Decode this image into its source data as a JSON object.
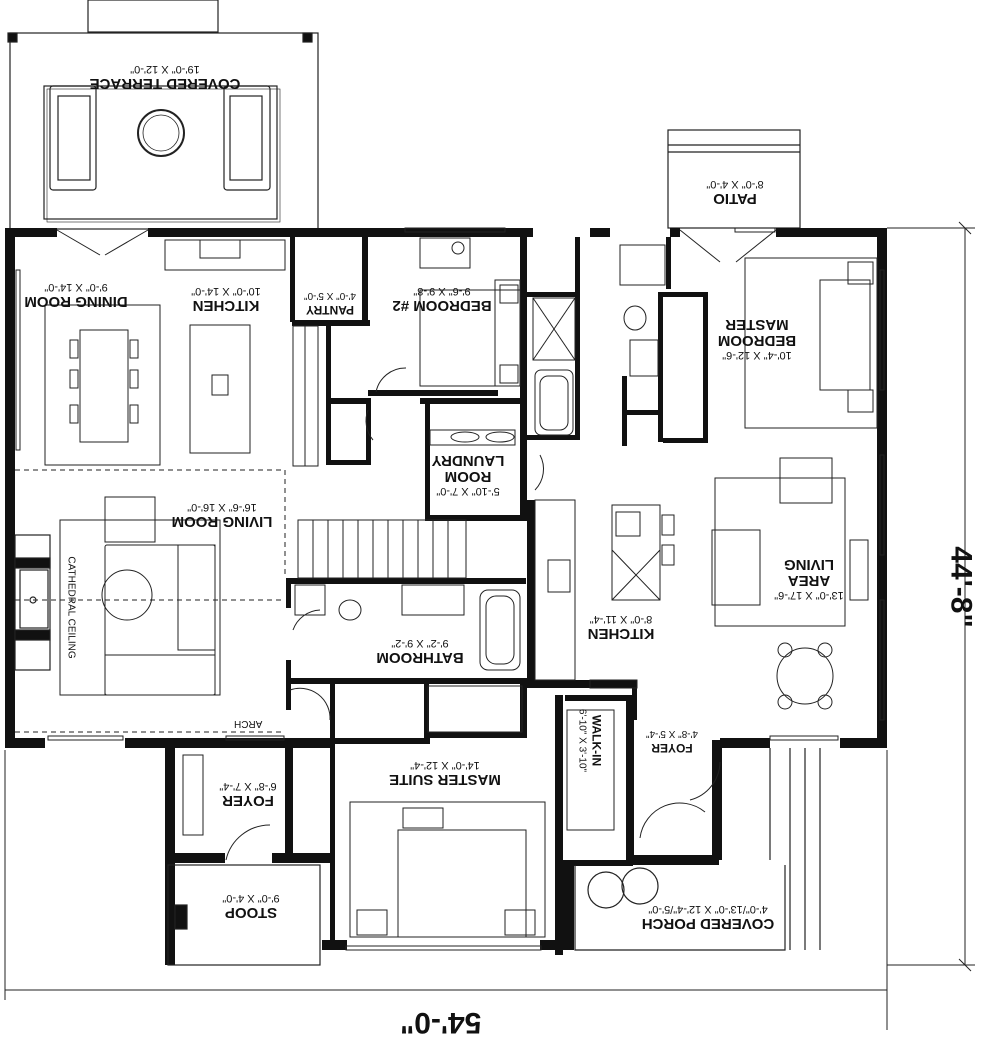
{
  "rooms": {
    "covered_terrace": {
      "name": "COVERED TERRACE",
      "dims": "19'-0\" X 12'-0\""
    },
    "dining_room": {
      "name": "DINING ROOM",
      "dims": "9'-0\" X 14'-0\""
    },
    "kitchen_main": {
      "name": "KITCHEN",
      "dims": "10'-0\" X 14'-0\""
    },
    "pantry": {
      "name": "PANTRY",
      "dims": "4'-0\" X 5'-0\""
    },
    "bedroom2": {
      "name": "BEDROOM #2",
      "dims": "9'-6\" X 9'-8\""
    },
    "patio": {
      "name": "PATIO",
      "dims": "8'-0\" X 4'-0\""
    },
    "master_bedroom": {
      "name": "MASTER",
      "name2": "BEDROOM",
      "dims": "10'-4\" X 12'-6\""
    },
    "laundry": {
      "name": "LAUNDRY",
      "name2": "ROOM",
      "dims": "5'-10\" X 7'-0\""
    },
    "living_room": {
      "name": "LIVING ROOM",
      "dims": "16'-6\" X 16'-0\""
    },
    "living_area": {
      "name": "LIVING",
      "name2": "AREA",
      "dims": "13'-0\" X 17'-6\""
    },
    "kitchen_suite": {
      "name": "KITCHEN",
      "dims": "8'-0\" X 11'-4\""
    },
    "bathroom": {
      "name": "BATHROOM",
      "dims": "9'-2\" X 9'-2\""
    },
    "foyer_left": {
      "name": "FOYER",
      "dims": "6'-8\" X 7'-4\""
    },
    "master_suite": {
      "name": "MASTER SUITE",
      "dims": "14'-0\" X 12'-4\""
    },
    "walkin": {
      "name": "WALK-IN",
      "dims": "6'-10\" X 3'-10\""
    },
    "foyer_right": {
      "name": "FOYER",
      "dims": "4'-8\" X 5'-4\""
    },
    "stoop": {
      "name": "STOOP",
      "dims": "9'-0\" X 4'-0\""
    },
    "covered_porch": {
      "name": "COVERED PORCH",
      "dims": "4'-0\"/13'-0\" X 12'-4\"/5'-0\""
    }
  },
  "notes": {
    "cathedral": "CATHEDRAL CEILING",
    "arch": "ARCH"
  },
  "dimensions": {
    "width": "54'-0\"",
    "depth": "44'-8\""
  },
  "colors": {
    "wall": "#111111",
    "line": "#222222",
    "fill": "#ffffff"
  }
}
